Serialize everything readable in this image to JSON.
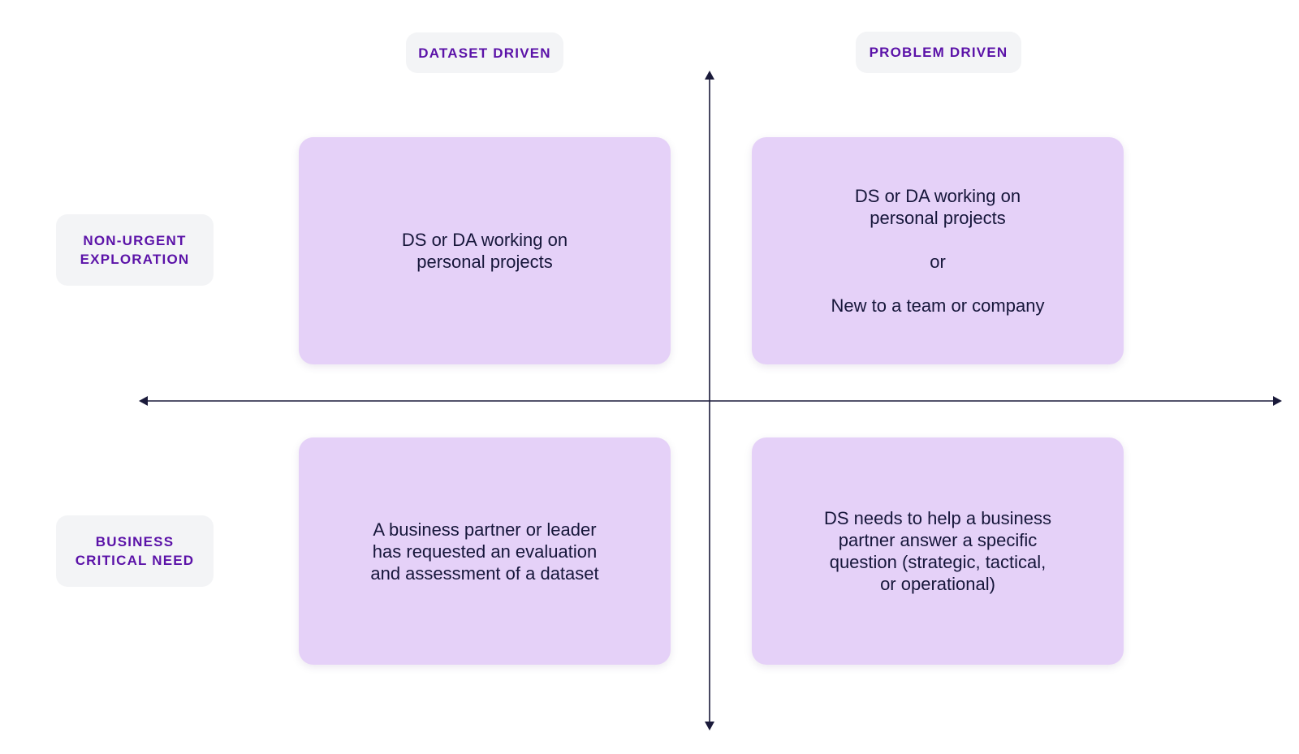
{
  "columns": {
    "left": "DATASET DRIVEN",
    "right": "PROBLEM DRIVEN"
  },
  "rows": {
    "top": [
      "NON-URGENT",
      "EXPLORATION"
    ],
    "bottom": [
      "BUSINESS",
      "CRITICAL NEED"
    ]
  },
  "quadrants": {
    "top_left": [
      "DS or DA working on",
      "personal projects"
    ],
    "top_right": {
      "first": [
        "DS or DA working on",
        "personal projects"
      ],
      "separator": "or",
      "second": "New to a team or company"
    },
    "bottom_left": [
      "A business partner or leader",
      "has requested an evaluation",
      "and assessment of a dataset"
    ],
    "bottom_right": [
      "DS needs to help a business",
      "partner answer a specific",
      "question (strategic, tactical,",
      "or operational)"
    ]
  },
  "colors": {
    "card_fill": "#e5d1f8",
    "label_text": "#5b12a8",
    "label_fill": "#f3f4f6",
    "axis": "#1a1a3a"
  }
}
